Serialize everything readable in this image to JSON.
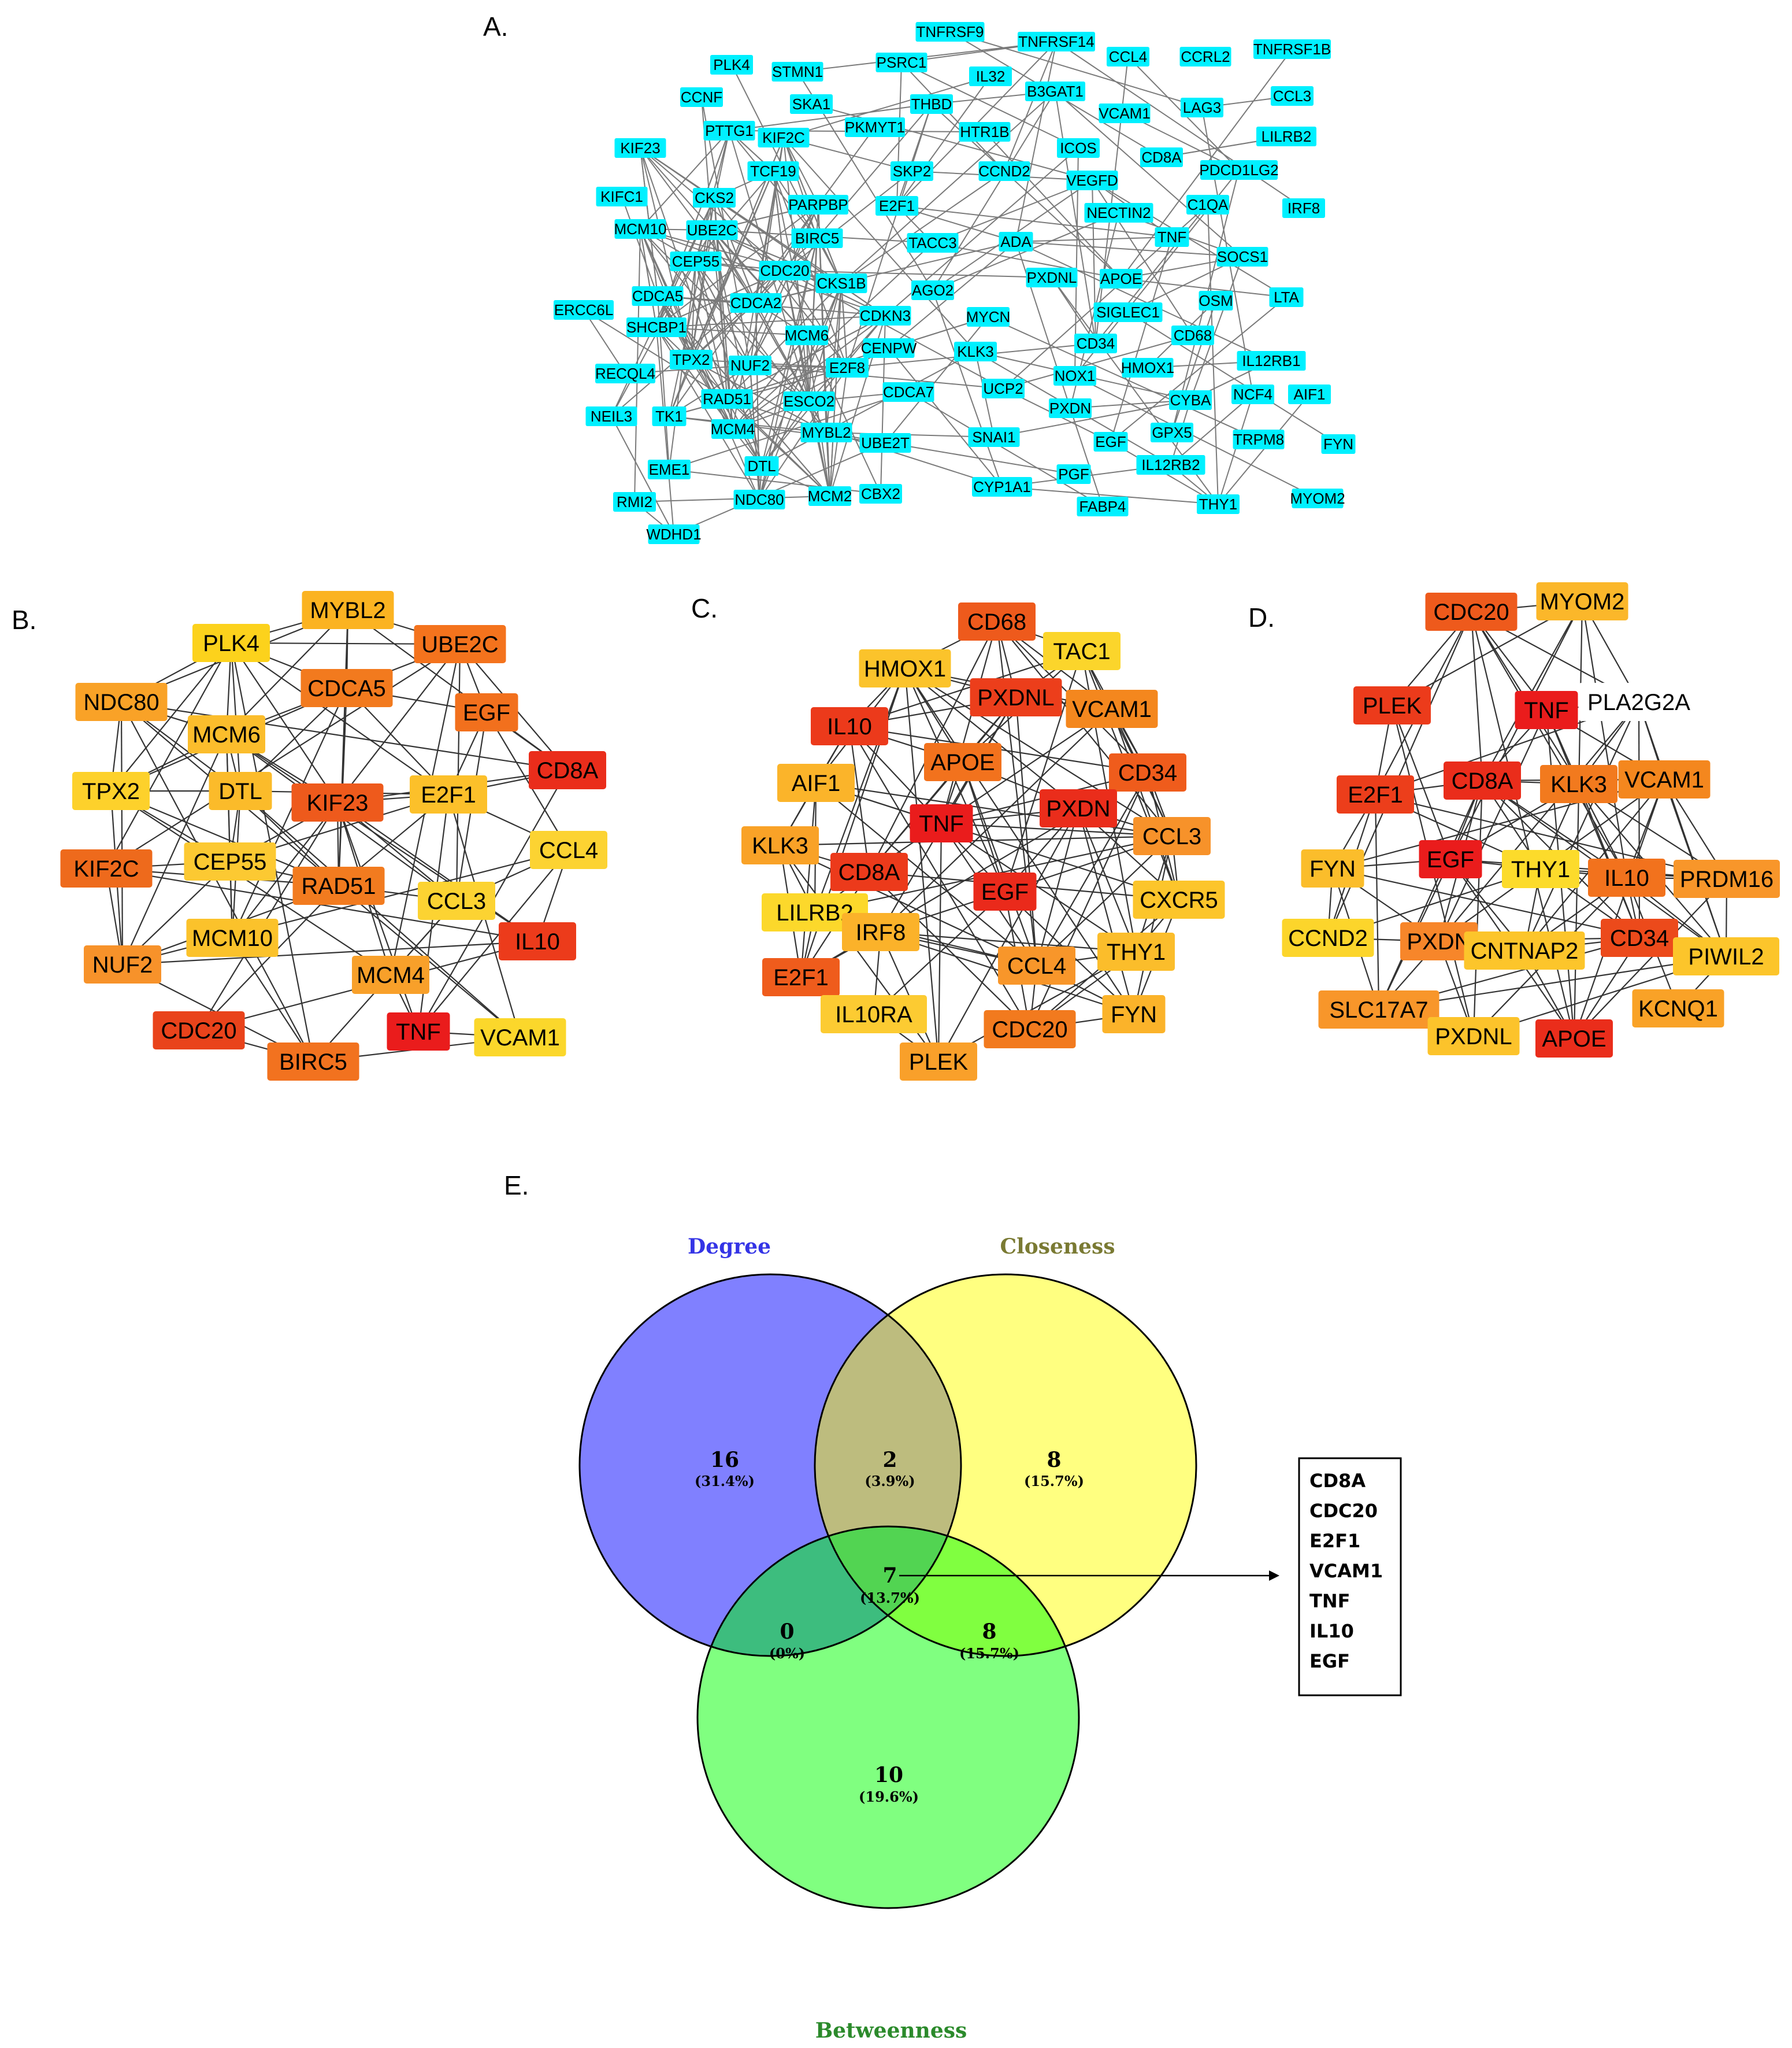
{
  "panel_labels": {
    "a": "A.",
    "b": "B.",
    "c": "C.",
    "d": "D.",
    "e": "E."
  },
  "panel_a": {
    "node_color": "#00f0ff",
    "nodes": [
      "TNFRSF9",
      "TNFRSF14",
      "TNFRSF1B",
      "PLK4",
      "STMN1",
      "PSRC1",
      "IL32",
      "B3GAT1",
      "CCL4",
      "CCRL2",
      "CCNF",
      "SKA1",
      "THBD",
      "VCAM1",
      "LAG3",
      "CCL3",
      "KIF23",
      "PTTG1",
      "KIF2C",
      "PKMYT1",
      "HTR1B",
      "LILRB2",
      "TCF19",
      "ICOS",
      "CD8A",
      "PDCD1LG2",
      "KIFC1",
      "CKS2",
      "PARPBP",
      "SKP2",
      "CCND2",
      "VEGFD",
      "C1QA",
      "IRF8",
      "MCM10",
      "UBE2C",
      "E2F1",
      "NECTIN2",
      "BIRC5",
      "TACC3",
      "ADA",
      "TNF",
      "SOCS1",
      "CEP55",
      "CDC20",
      "CKS1B",
      "AGO2",
      "PXDNL",
      "APOE",
      "CDCA5",
      "OSM",
      "LTA",
      "ERCC6L",
      "CDCA2",
      "CDKN3",
      "MYCN",
      "SIGLEC1",
      "SHCBP1",
      "MCM6",
      "CENPW",
      "CD68",
      "KLK3",
      "CD34",
      "IL12RB1",
      "TPX2",
      "NUF2",
      "E2F8",
      "HMOX1",
      "RECQL4",
      "CDCA7",
      "NOX1",
      "CYBA",
      "NCF4",
      "AIF1",
      "RAD51",
      "ESCO2",
      "UCP2",
      "NEIL3",
      "TK1",
      "MCM4",
      "MYBL2",
      "PXDN",
      "GPX5",
      "SNAI1",
      "EGF",
      "TRPM8",
      "FYN",
      "EME1",
      "DTL",
      "UBE2T",
      "IL12RB2",
      "PGF",
      "RMI2",
      "NDC80",
      "MCM2",
      "CBX2",
      "CYP1A1",
      "FABP4",
      "THY1",
      "MYOM2",
      "WDHD1"
    ]
  },
  "panel_b": {
    "nodes": [
      {
        "label": "PLK4",
        "color": "#fcd21c"
      },
      {
        "label": "MYBL2",
        "color": "#fbb321"
      },
      {
        "label": "UBE2C",
        "color": "#f4731d"
      },
      {
        "label": "NDC80",
        "color": "#f9a227"
      },
      {
        "label": "CDCA5",
        "color": "#f27a1e"
      },
      {
        "label": "MCM6",
        "color": "#fbbd2c"
      },
      {
        "label": "EGF",
        "color": "#f2701d"
      },
      {
        "label": "TPX2",
        "color": "#fdd12b"
      },
      {
        "label": "DTL",
        "color": "#fbbb2a"
      },
      {
        "label": "KIF23",
        "color": "#ee5a1c"
      },
      {
        "label": "E2F1",
        "color": "#fcc02a"
      },
      {
        "label": "CD8A",
        "color": "#ea2d1b"
      },
      {
        "label": "KIF2C",
        "color": "#ee6a1c"
      },
      {
        "label": "CEP55",
        "color": "#fcc932"
      },
      {
        "label": "RAD51",
        "color": "#f27b1f"
      },
      {
        "label": "CCL4",
        "color": "#fcd332"
      },
      {
        "label": "CCL3",
        "color": "#fcd332"
      },
      {
        "label": "MCM10",
        "color": "#fbc22b"
      },
      {
        "label": "NUF2",
        "color": "#f7922a"
      },
      {
        "label": "IL10",
        "color": "#ec3b1b"
      },
      {
        "label": "MCM4",
        "color": "#f8a02a"
      },
      {
        "label": "CDC20",
        "color": "#e9431b"
      },
      {
        "label": "TNF",
        "color": "#ea1c1c"
      },
      {
        "label": "VCAM1",
        "color": "#fbd72b"
      },
      {
        "label": "BIRC5",
        "color": "#f2721f"
      }
    ]
  },
  "panel_c": {
    "nodes": [
      {
        "label": "CD68",
        "color": "#ee5a1c"
      },
      {
        "label": "TAC1",
        "color": "#fbd52b"
      },
      {
        "label": "HMOX1",
        "color": "#fbc32b"
      },
      {
        "label": "PXDNL",
        "color": "#ec3e1b"
      },
      {
        "label": "VCAM1",
        "color": "#f4871e"
      },
      {
        "label": "IL10",
        "color": "#ec3a1b"
      },
      {
        "label": "APOE",
        "color": "#f2721d"
      },
      {
        "label": "CD34",
        "color": "#ef5c1c"
      },
      {
        "label": "AIF1",
        "color": "#fbb42a"
      },
      {
        "label": "TNF",
        "color": "#ea1c1c"
      },
      {
        "label": "PXDN",
        "color": "#ea2d1b"
      },
      {
        "label": "CCL3",
        "color": "#f7922a"
      },
      {
        "label": "KLK3",
        "color": "#f9a227"
      },
      {
        "label": "CD8A",
        "color": "#ec3a1b"
      },
      {
        "label": "EGF",
        "color": "#ea2a1b"
      },
      {
        "label": "CXCR5",
        "color": "#fcc52b"
      },
      {
        "label": "LILRB2",
        "color": "#fcd82b"
      },
      {
        "label": "IRF8",
        "color": "#fbb22a"
      },
      {
        "label": "THY1",
        "color": "#fbbd2b"
      },
      {
        "label": "E2F1",
        "color": "#ef5c1c"
      },
      {
        "label": "CCL4",
        "color": "#f8962a"
      },
      {
        "label": "IL10RA",
        "color": "#fccb32"
      },
      {
        "label": "CDC20",
        "color": "#f27a1e"
      },
      {
        "label": "FYN",
        "color": "#fbb32a"
      },
      {
        "label": "PLEK",
        "color": "#f9a02a"
      }
    ]
  },
  "panel_d": {
    "nodes": [
      {
        "label": "CDC20",
        "color": "#ee5a1c"
      },
      {
        "label": "MYOM2",
        "color": "#fbb72a"
      },
      {
        "label": "PLEK",
        "color": "#ec3b1b"
      },
      {
        "label": "TNF",
        "color": "#ea1c1c"
      },
      {
        "label": "PLA2G2A",
        "color": "#ffffff"
      },
      {
        "label": "E2F1",
        "color": "#ec3e1b"
      },
      {
        "label": "CD8A",
        "color": "#ea2d1b"
      },
      {
        "label": "KLK3",
        "color": "#f27a1e"
      },
      {
        "label": "VCAM1",
        "color": "#f4871e"
      },
      {
        "label": "FYN",
        "color": "#fbbd2b"
      },
      {
        "label": "EGF",
        "color": "#ea1c1c"
      },
      {
        "label": "THY1",
        "color": "#fcdb2b"
      },
      {
        "label": "IL10",
        "color": "#f2721d"
      },
      {
        "label": "PRDM16",
        "color": "#f8962a"
      },
      {
        "label": "CCND2",
        "color": "#fcd52b"
      },
      {
        "label": "PXDN",
        "color": "#f7862a"
      },
      {
        "label": "CNTNAP2",
        "color": "#fcc52b"
      },
      {
        "label": "CD34",
        "color": "#ec4a1b"
      },
      {
        "label": "PIWIL2",
        "color": "#fcc52b"
      },
      {
        "label": "SLC17A7",
        "color": "#f8962a"
      },
      {
        "label": "PXDNL",
        "color": "#fcc32b"
      },
      {
        "label": "APOE",
        "color": "#ea2d1b"
      },
      {
        "label": "KCNQ1",
        "color": "#f9a227"
      }
    ]
  },
  "panel_e": {
    "sets": [
      {
        "name": "Degree",
        "color": "#3434e6",
        "fill": "#8080ff"
      },
      {
        "name": "Closeness",
        "color": "#7a7a33",
        "fill": "#ffff80"
      },
      {
        "name": "Betweenness",
        "color": "#2b8a2b",
        "fill": "#80ff80"
      }
    ],
    "regions": {
      "degree_only": {
        "count": "16",
        "pct": "(31.4%)"
      },
      "degree_closeness": {
        "count": "2",
        "pct": "(3.9%)"
      },
      "closeness_only": {
        "count": "8",
        "pct": "(15.7%)"
      },
      "all_three": {
        "count": "7",
        "pct": "(13.7%)"
      },
      "degree_betweenness": {
        "count": "0",
        "pct": "(0%)"
      },
      "closeness_betweenness": {
        "count": "8",
        "pct": "(15.7%)"
      },
      "betweenness_only": {
        "count": "10",
        "pct": "(19.6%)"
      }
    },
    "overlap_fills": {
      "degree_closeness": "#bdbc7e",
      "degree_betweenness": "#3dbd7e",
      "closeness_betweenness": "#80ff40",
      "all_three": "#52d452"
    },
    "common_genes": [
      "CD8A",
      "CDC20",
      "E2F1",
      "VCAM1",
      "TNF",
      "IL10",
      "EGF"
    ]
  }
}
